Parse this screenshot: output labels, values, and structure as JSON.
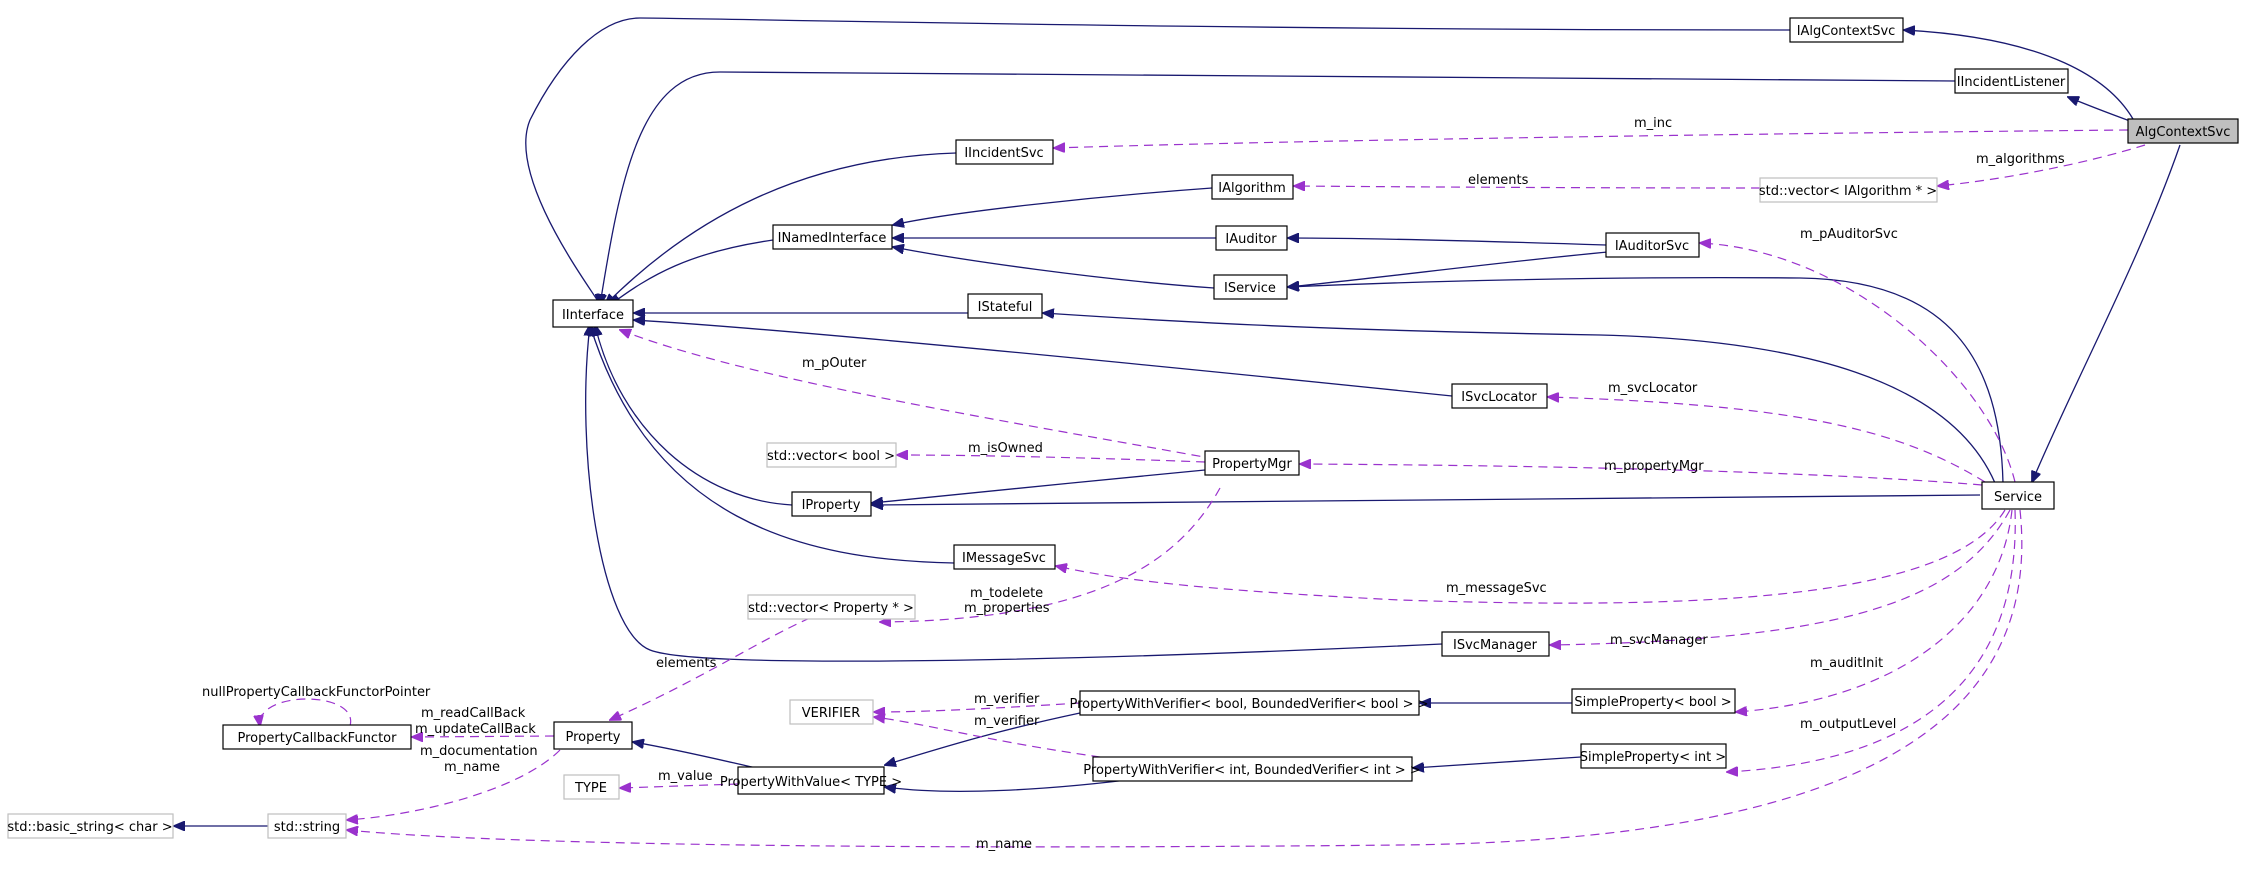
{
  "nodes": {
    "IAlgContextSvc": "IAlgContextSvc",
    "IIncidentListener": "IIncidentListener",
    "AlgContextSvc": "AlgContextSvc",
    "IIncidentSvc": "IIncidentSvc",
    "IAlgorithm": "IAlgorithm",
    "vector_IAlgorithm": "std::vector< IAlgorithm * >",
    "INamedInterface": "INamedInterface",
    "IAuditor": "IAuditor",
    "IAuditorSvc": "IAuditorSvc",
    "IService": "IService",
    "IInterface": "IInterface",
    "IStateful": "IStateful",
    "ISvcLocator": "ISvcLocator",
    "vector_bool": "std::vector< bool >",
    "PropertyMgr": "PropertyMgr",
    "IProperty": "IProperty",
    "Service": "Service",
    "IMessageSvc": "IMessageSvc",
    "vector_Property": "std::vector< Property * >",
    "ISvcManager": "ISvcManager",
    "VERIFIER": "VERIFIER",
    "PWV_bool": "PropertyWithVerifier< bool, BoundedVerifier< bool > >",
    "SimpleProperty_bool": "SimpleProperty< bool >",
    "PropertyCallbackFunctor": "PropertyCallbackFunctor",
    "Property": "Property",
    "SimpleProperty_int": "SimpleProperty< int >",
    "TYPE": "TYPE",
    "PropertyWithValue": "PropertyWithValue< TYPE >",
    "PWV_int": "PropertyWithVerifier< int, BoundedVerifier< int > >",
    "basic_string": "std::basic_string< char >",
    "std_string": "std::string"
  },
  "edge_labels": {
    "m_inc": "m_inc",
    "m_algorithms": "m_algorithms",
    "elements_alg": "elements",
    "m_pAuditorSvc": "m_pAuditorSvc",
    "m_pOuter": "m_pOuter",
    "m_svcLocator": "m_svcLocator",
    "m_isOwned": "m_isOwned",
    "m_propertyMgr": "m_propertyMgr",
    "m_todelete": "m_todelete",
    "m_properties": "m_properties",
    "m_messageSvc": "m_messageSvc",
    "elements_prop": "elements",
    "m_svcManager": "m_svcManager",
    "m_auditInit": "m_auditInit",
    "nullPropertyCallbackFunctorPointer": "nullPropertyCallbackFunctorPointer",
    "m_readCallBack": "m_readCallBack",
    "m_updateCallBack": "m_updateCallBack",
    "m_verifier_1": "m_verifier",
    "m_verifier_2": "m_verifier",
    "m_outputLevel": "m_outputLevel",
    "m_documentation": "m_documentation",
    "m_name_prop": "m_name",
    "m_value": "m_value",
    "m_name_svc": "m_name"
  },
  "colors": {
    "inheritance": "#191970",
    "usage": "#9a32cd",
    "focus_fill": "#bfbfbf",
    "template_border": "#bfbfbf"
  }
}
